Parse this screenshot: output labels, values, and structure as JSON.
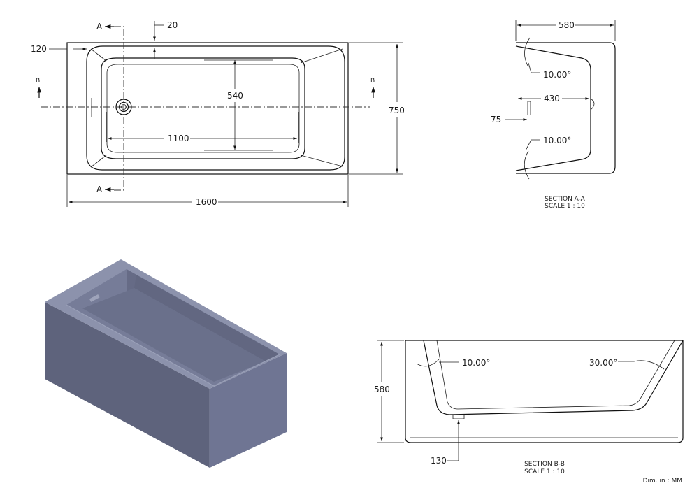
{
  "plan_view": {
    "dims": {
      "overall_length": "1600",
      "overall_width": "750",
      "inner_length": "1100",
      "inner_width": "540",
      "rim_side": "120",
      "rim_top": "20"
    },
    "section_marks": {
      "a_top": "A",
      "a_bottom": "A",
      "b_left": "B",
      "b_right": "B"
    }
  },
  "section_aa": {
    "dims": {
      "depth": "580",
      "inner": "430",
      "drain": "75",
      "angle_top": "10.00°",
      "angle_bottom": "10.00°"
    },
    "title": "SECTION A-A",
    "scale": "SCALE 1 : 10"
  },
  "section_bb": {
    "dims": {
      "height": "580",
      "drain": "130",
      "angle_left": "10.00°",
      "angle_right": "30.00°"
    },
    "title": "SECTION B-B",
    "scale": "SCALE 1 : 10"
  },
  "units_note": "Dim. in : MM",
  "colors": {
    "model_light": "#8a90a8",
    "model_mid": "#6f7590",
    "model_dark": "#575c73"
  }
}
